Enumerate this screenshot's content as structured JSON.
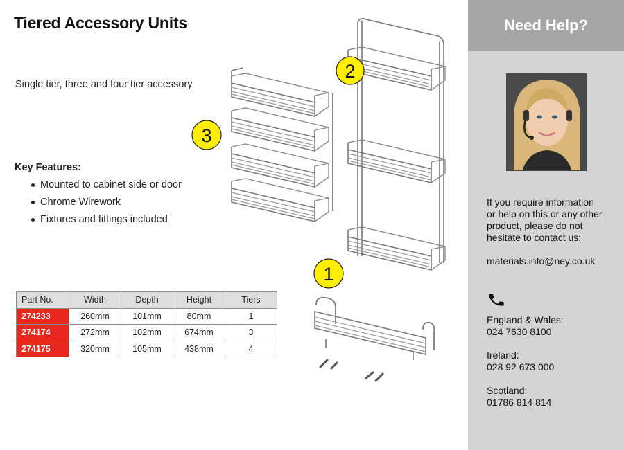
{
  "title": "Tiered Accessory Units",
  "subtitle": "Single tier, three and four tier accessory",
  "features": {
    "heading": "Key Features:",
    "items": [
      "Mounted to cabinet side or door",
      "Chrome Wirework",
      "Fixtures and fittings included"
    ]
  },
  "table": {
    "headers": [
      "Part No.",
      "Width",
      "Depth",
      "Height",
      "Tiers"
    ],
    "rows": [
      [
        "274233",
        "260mm",
        "101mm",
        "80mm",
        "1"
      ],
      [
        "274174",
        "272mm",
        "102mm",
        "674mm",
        "3"
      ],
      [
        "274175",
        "320mm",
        "105mm",
        "438mm",
        "4"
      ]
    ]
  },
  "callouts": {
    "one": "1",
    "two": "2",
    "three": "3"
  },
  "sidebar": {
    "title": "Need Help?",
    "intro": [
      "If you require information",
      "or help on this or any other",
      "product, please do not",
      "hesitate to contact us:"
    ],
    "email": "materials.info@ney.co.uk",
    "contacts": [
      {
        "region": "England & Wales:",
        "phone": "024 7630 8100"
      },
      {
        "region": "Ireland:",
        "phone": "028 92 673 000"
      },
      {
        "region": "Scotland:",
        "phone": "01786 814 814"
      }
    ]
  },
  "colors": {
    "accent_red": "#e8271e",
    "sidebar_bg": "#d4d4d4",
    "sidebar_header": "#a5a5a5",
    "callout_yellow": "#ffee00"
  }
}
